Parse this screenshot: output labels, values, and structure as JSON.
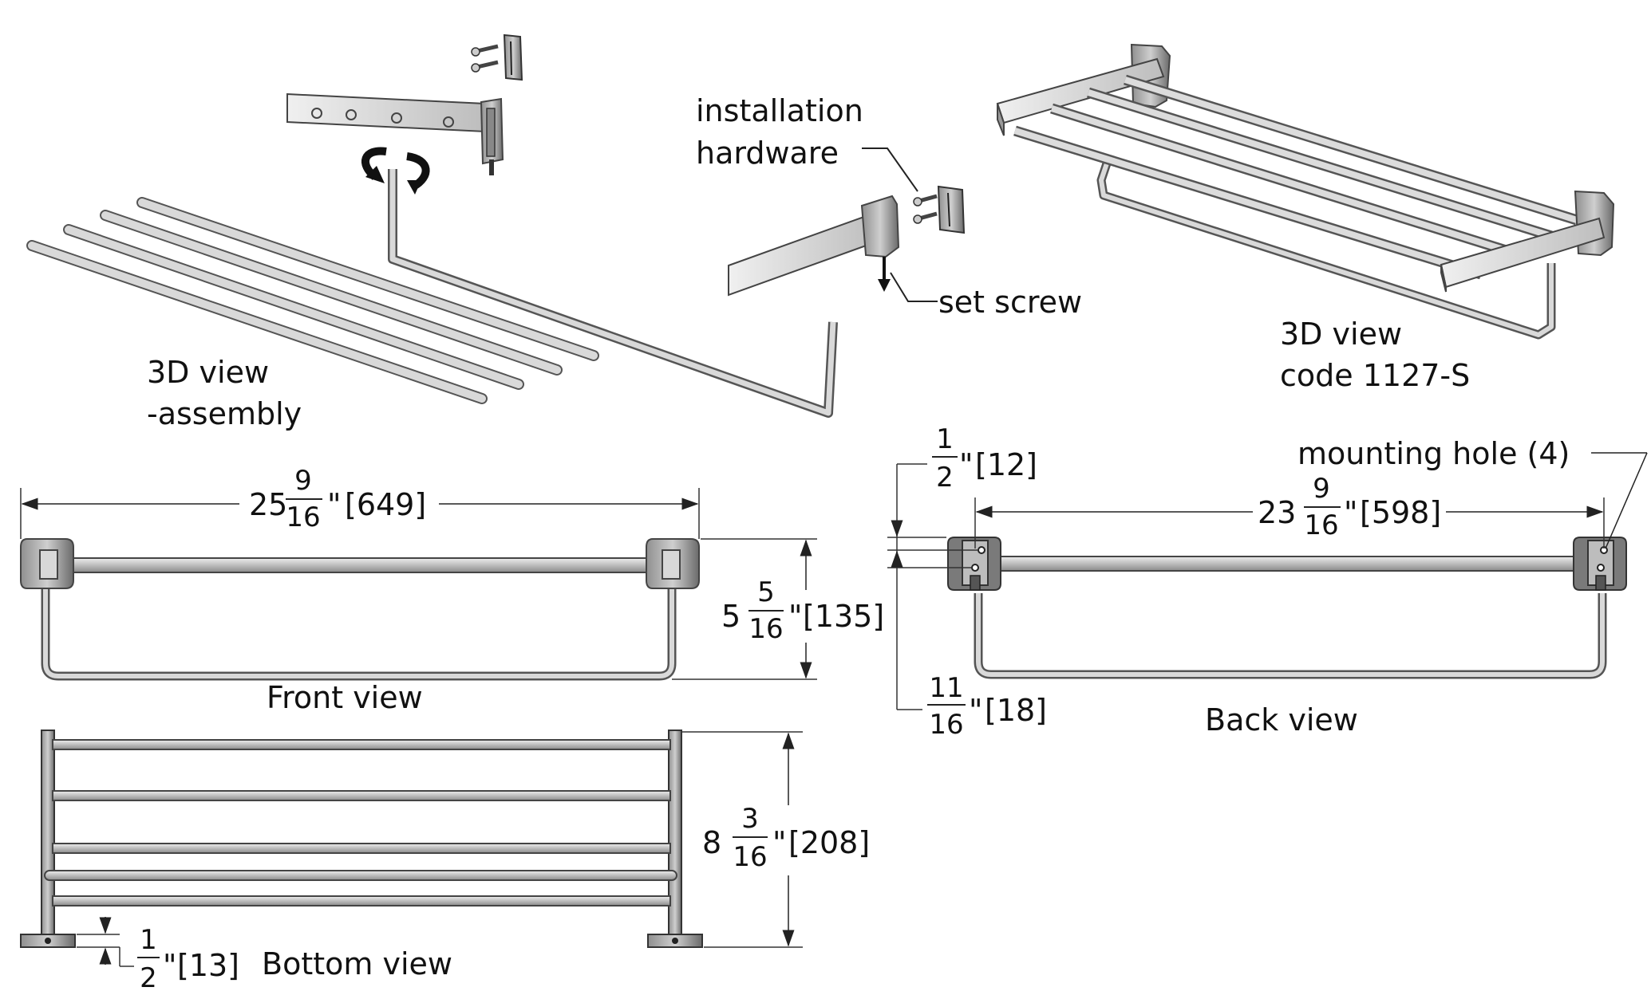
{
  "labels": {
    "installation_hardware_line1": "installation",
    "installation_hardware_line2": "hardware",
    "set_screw": "set screw",
    "assembly_line1": "3D view",
    "assembly_line2": "-assembly",
    "product_line1": "3D view",
    "product_line2": "code 1127-S",
    "mounting_hole": "mounting hole (4)",
    "front_view": "Front view",
    "back_view": "Back view",
    "bottom_view": "Bottom view"
  },
  "dimensions": {
    "overall_width": {
      "whole": "25",
      "num": "9",
      "den": "16",
      "unit": "\"",
      "metric": "[649]"
    },
    "front_height": {
      "whole": "5",
      "num": "5",
      "den": "16",
      "unit": "\"",
      "metric": "[135]"
    },
    "depth": {
      "whole": "8",
      "num": "3",
      "den": "16",
      "unit": "\"",
      "metric": "[208]"
    },
    "hole_spacing": {
      "whole": "23",
      "num": "9",
      "den": "16",
      "unit": "\"",
      "metric": "[598]"
    },
    "hole_offset_top": {
      "whole": "",
      "num": "1",
      "den": "2",
      "unit": "\"",
      "metric": "[12]"
    },
    "hole_offset_side": {
      "whole": "",
      "num": "11",
      "den": "16",
      "unit": "\"",
      "metric": "[18]"
    },
    "flange_thickness": {
      "whole": "",
      "num": "1",
      "den": "2",
      "unit": "\"",
      "metric": "[13]"
    }
  },
  "colors": {
    "line": "#333333",
    "metal_light": "#d6d6d6",
    "metal_mid": "#b3b3b3",
    "metal_dark": "#6e6e6e"
  }
}
